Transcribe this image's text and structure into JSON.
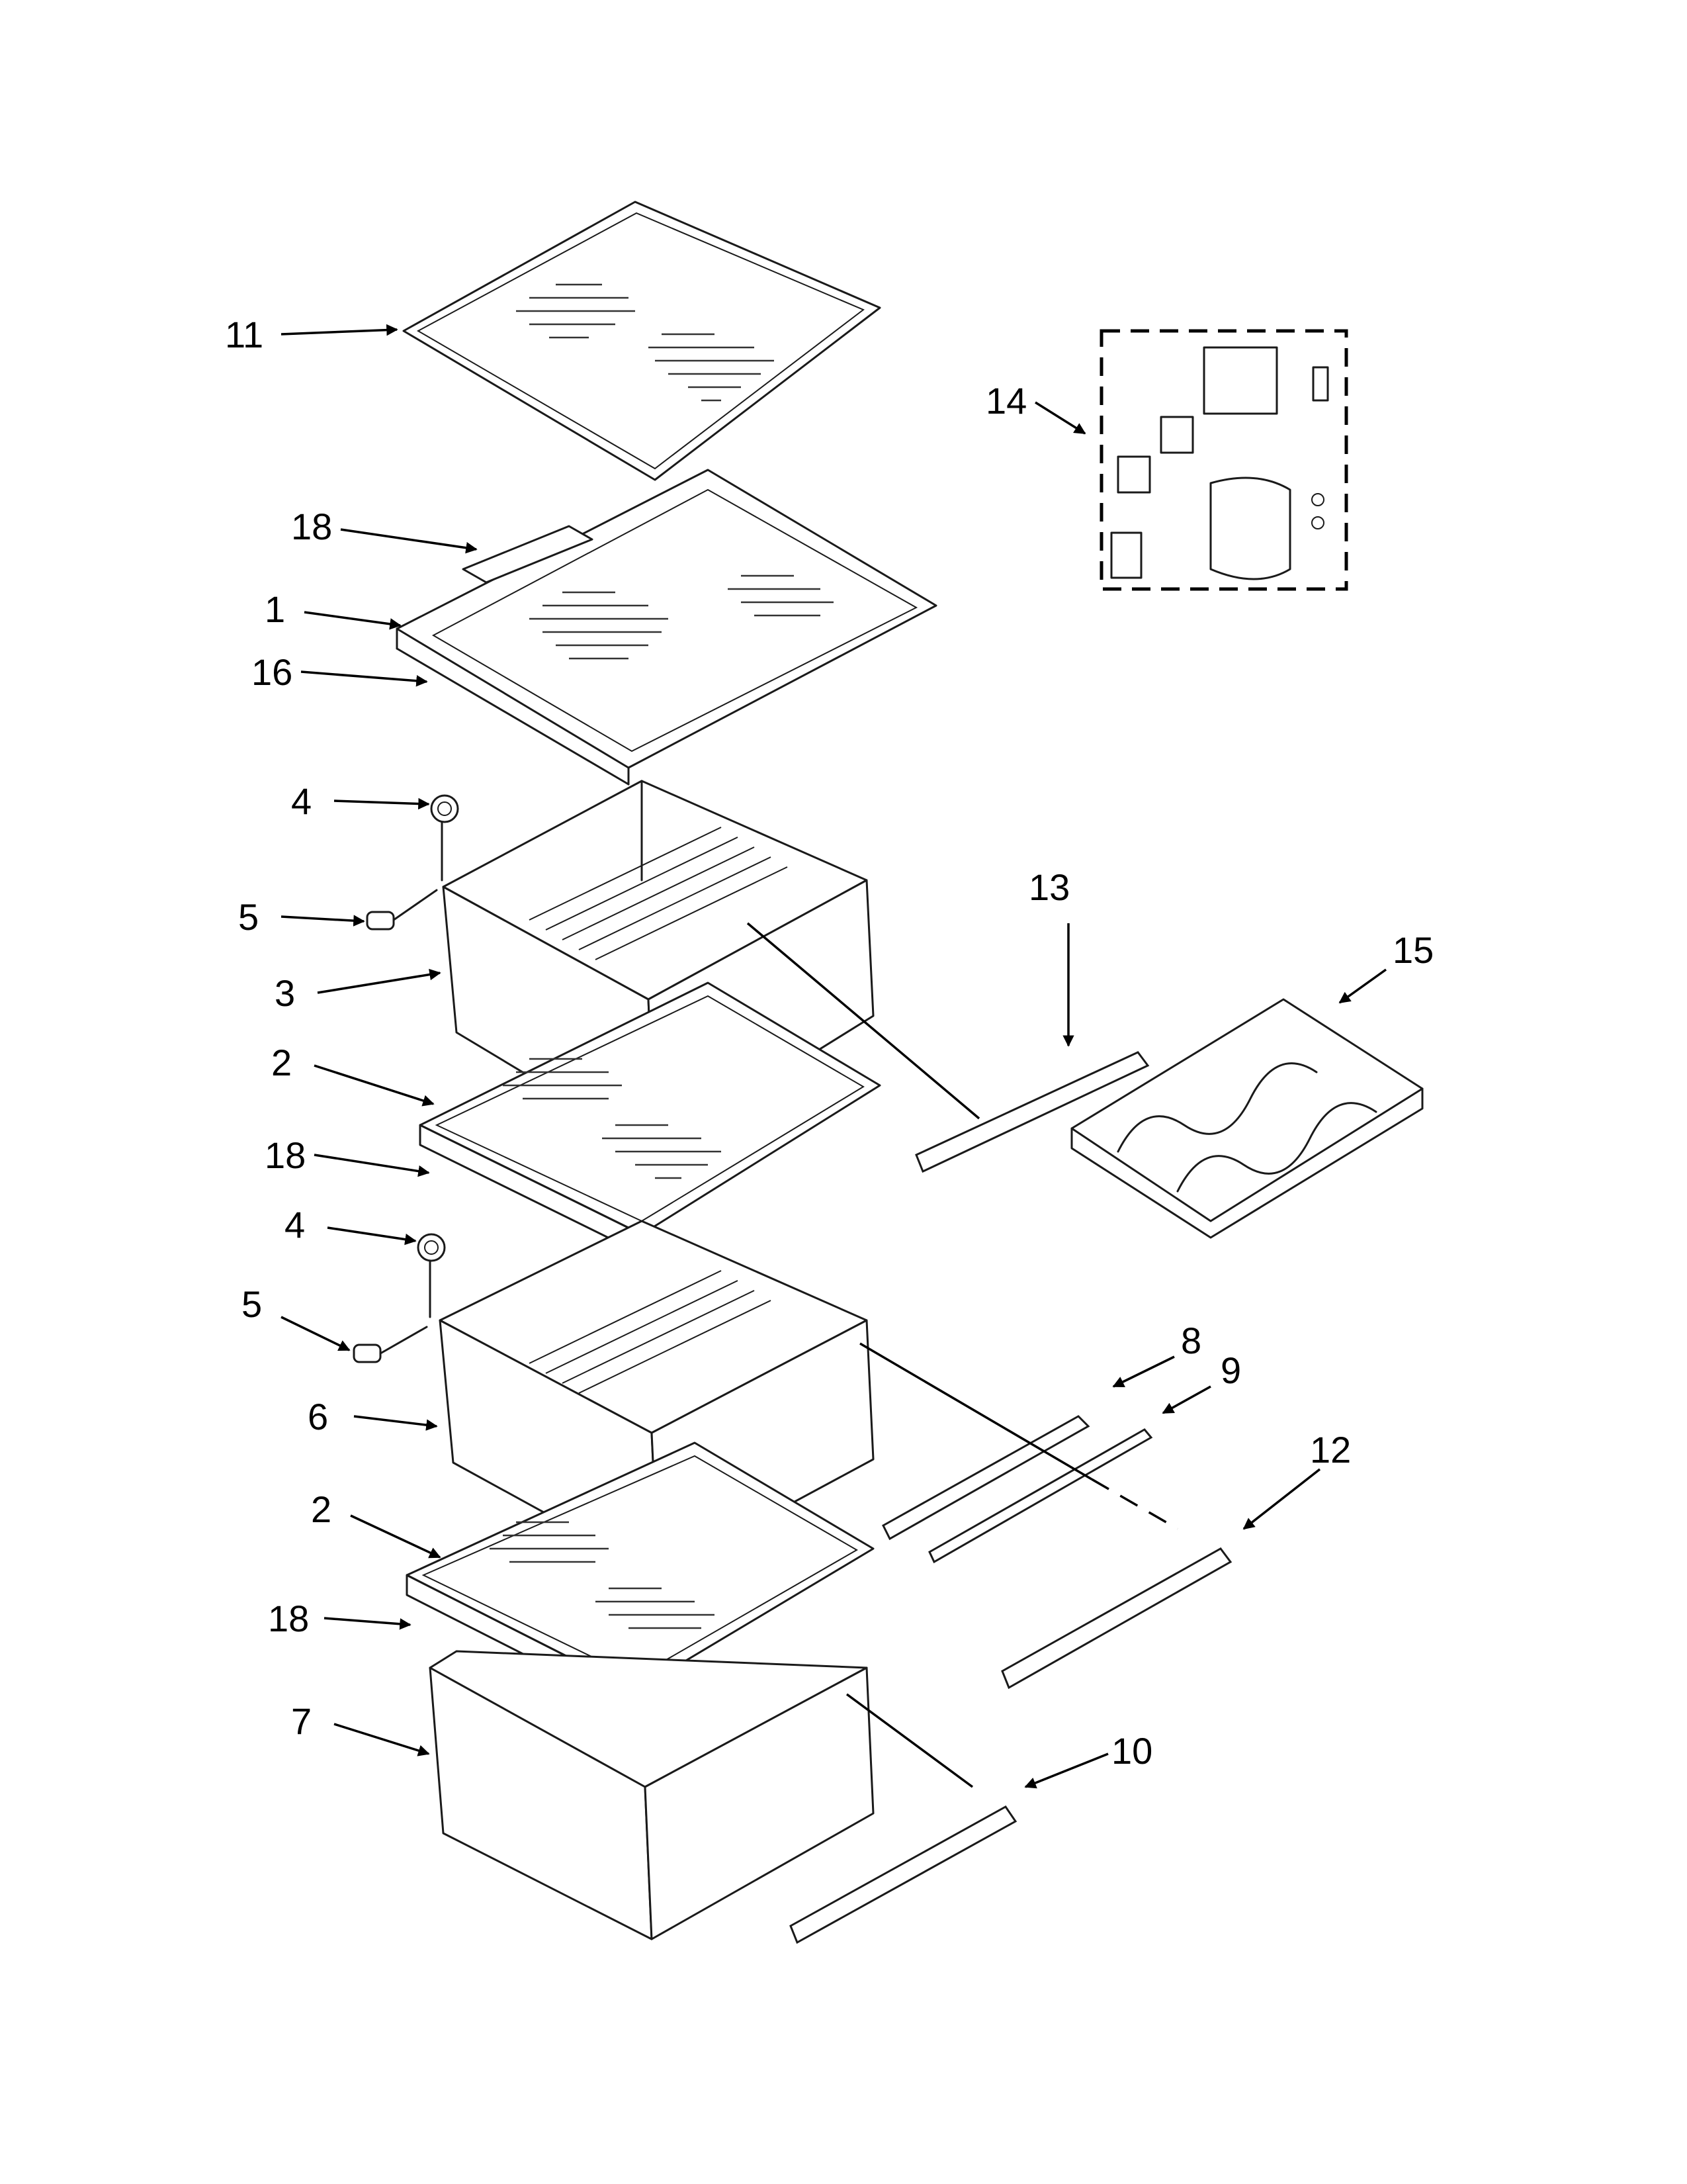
{
  "callouts": [
    {
      "id": "c11",
      "text": "11"
    },
    {
      "id": "c18a",
      "text": "18"
    },
    {
      "id": "c1",
      "text": "1"
    },
    {
      "id": "c16",
      "text": "16"
    },
    {
      "id": "c4a",
      "text": "4"
    },
    {
      "id": "c5a",
      "text": "5"
    },
    {
      "id": "c3",
      "text": "3"
    },
    {
      "id": "c2a",
      "text": "2"
    },
    {
      "id": "c18b",
      "text": "18"
    },
    {
      "id": "c4b",
      "text": "4"
    },
    {
      "id": "c5b",
      "text": "5"
    },
    {
      "id": "c6",
      "text": "6"
    },
    {
      "id": "c2b",
      "text": "2"
    },
    {
      "id": "c18c",
      "text": "18"
    },
    {
      "id": "c7",
      "text": "7"
    },
    {
      "id": "c13",
      "text": "13"
    },
    {
      "id": "c15",
      "text": "15"
    },
    {
      "id": "c14",
      "text": "14"
    },
    {
      "id": "c8",
      "text": "8"
    },
    {
      "id": "c9",
      "text": "9"
    },
    {
      "id": "c12",
      "text": "12"
    },
    {
      "id": "c10",
      "text": "10"
    }
  ],
  "colors": {
    "line": "#1a1a1a",
    "background": "#ffffff"
  }
}
